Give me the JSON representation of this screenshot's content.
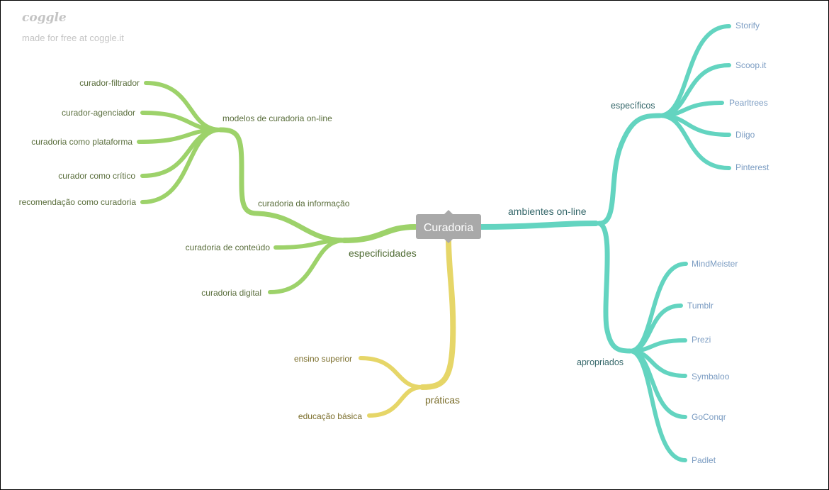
{
  "branding": {
    "logo": "coggle",
    "credit": "made for free at coggle.it"
  },
  "colors": {
    "green": "#9dd26a",
    "teal": "#63d4c0",
    "yellow": "#e6d668",
    "root": "#a9a9a9"
  },
  "root": {
    "label": "Curadoria"
  },
  "green": {
    "label": "especificidades",
    "curadoria_informacao": "curadoria da informação",
    "modelos": "modelos de curadoria on-line",
    "modelos_items": [
      "curador-filtrador",
      "curador-agenciador",
      "curadoria como plataforma",
      "curador como crítico",
      "recomendação como curadoria"
    ],
    "conteudo": "curadoria de conteúdo",
    "digital": "curadoria digital"
  },
  "teal": {
    "label": "ambientes on-line",
    "especificos": "específicos",
    "especificos_items": [
      "Storify",
      "Scoop.it",
      "Pearltrees",
      "Diigo",
      "Pinterest"
    ],
    "apropriados": "apropriados",
    "apropriados_items": [
      "MindMeister",
      "Tumblr",
      "Prezi",
      "Symbaloo",
      "GoConqr",
      "Padlet"
    ]
  },
  "yellow": {
    "label": "práticas",
    "items": [
      "ensino superior",
      "educação básica"
    ]
  }
}
